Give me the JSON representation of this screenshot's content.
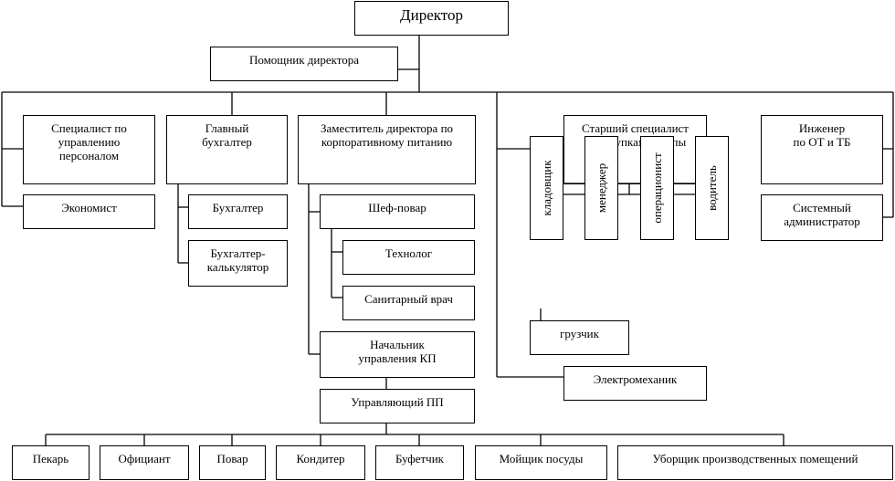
{
  "chart": {
    "director": "Директор",
    "assistant": "Помощник директора",
    "hr_specialist": "Специалист по\nуправлению\nперсоналом",
    "economist": "Экономист",
    "chief_accountant": "Главный\nбухгалтер",
    "accountant": "Бухгалтер",
    "accountant_calculator": "Бухгалтер-\nкалькулятор",
    "deputy_catering": "Заместитель директора по\nкорпоративному питанию",
    "chef": "Шеф-повар",
    "technologist": "Технолог",
    "sanitary_doctor": "Санитарный врач",
    "head_kp": "Начальник\nуправления КП",
    "manager_pp": "Управляющий ПП",
    "senior_specialist": "Старший специалист\nпо закупкам группы",
    "storekeeper": "кладовщик",
    "manager": "менеджер",
    "operator": "операционист",
    "driver": "водитель",
    "loader": "грузчик",
    "electromechanic": "Электромеханик",
    "safety_engineer": "Инженер\nпо ОТ и ТБ",
    "sysadmin": "Системный\nадминистратор",
    "bottom_row": [
      "Пекарь",
      "Официант",
      "Повар",
      "Кондитер",
      "Буфетчик",
      "Мойщик посуды",
      "Уборщик производственных помещений"
    ]
  }
}
